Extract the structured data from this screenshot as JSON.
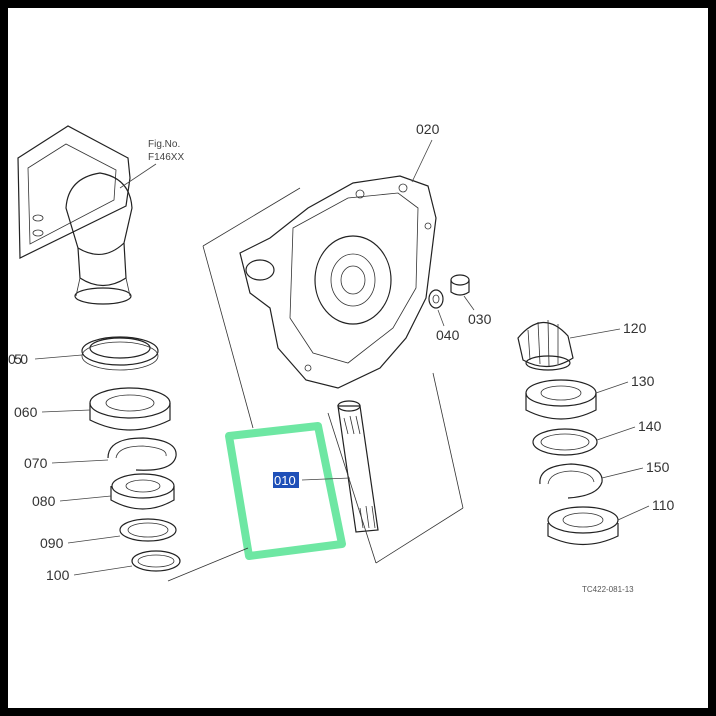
{
  "figure_ref": {
    "line1": "Fig.No.",
    "line2": "F146XX"
  },
  "callouts": {
    "c020": "020",
    "c030": "030",
    "c040": "040",
    "c050": "050",
    "c060": "060",
    "c070": "070",
    "c080": "080",
    "c090": "090",
    "c100": "100",
    "c110": "110",
    "c120": "120",
    "c130": "130",
    "c140": "140",
    "c150": "150",
    "c010": "010"
  },
  "drawing_code": "TC422-081-13",
  "highlight": {
    "color": "#6ee7a3",
    "selection_color": "#1e4fb8"
  }
}
